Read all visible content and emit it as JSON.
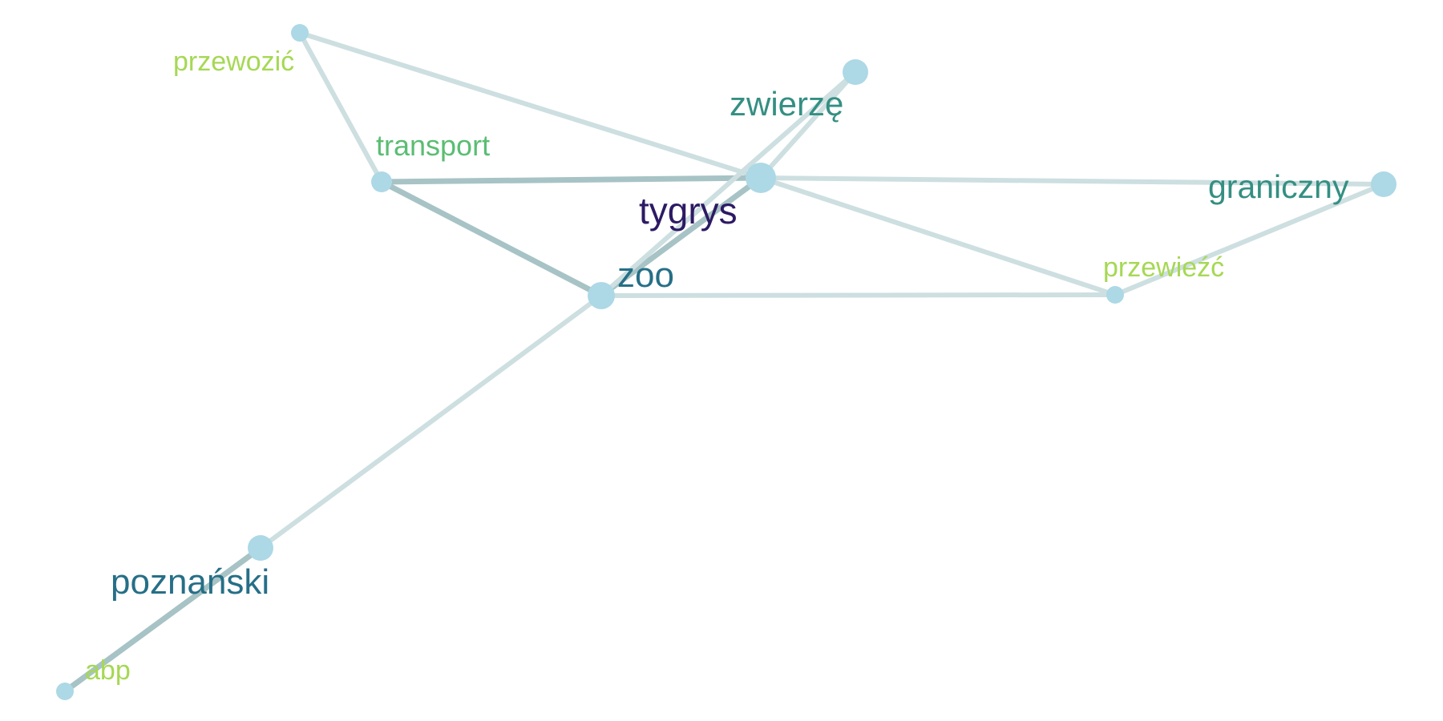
{
  "graph": {
    "nodes": [
      {
        "id": "tygrys",
        "label": "tygrys",
        "color": "#2d1a64",
        "weight": 5
      },
      {
        "id": "zwierze",
        "label": "zwierzę",
        "color": "#348f82",
        "weight": 3
      },
      {
        "id": "transport",
        "label": "transport",
        "color": "#5bbd73",
        "weight": 2
      },
      {
        "id": "zoo",
        "label": "zoo",
        "color": "#266f87",
        "weight": 4
      },
      {
        "id": "graniczny",
        "label": "graniczny",
        "color": "#348f82",
        "weight": 3
      },
      {
        "id": "przewiezc",
        "label": "przewieźć",
        "color": "#a6d854",
        "weight": 1
      },
      {
        "id": "przewozic",
        "label": "przewozić",
        "color": "#a6d854",
        "weight": 1
      },
      {
        "id": "poznanski",
        "label": "poznański",
        "color": "#266f87",
        "weight": 3
      },
      {
        "id": "abp",
        "label": "abp",
        "color": "#a6d854",
        "weight": 1
      }
    ],
    "edges": [
      {
        "source": "przewozic",
        "target": "transport",
        "strength": 1
      },
      {
        "source": "przewozic",
        "target": "tygrys",
        "strength": 1
      },
      {
        "source": "transport",
        "target": "tygrys",
        "strength": 3
      },
      {
        "source": "transport",
        "target": "zoo",
        "strength": 3
      },
      {
        "source": "tygrys",
        "target": "zoo",
        "strength": 3
      },
      {
        "source": "tygrys",
        "target": "zwierze",
        "strength": 1
      },
      {
        "source": "zoo",
        "target": "zwierze",
        "strength": 1
      },
      {
        "source": "tygrys",
        "target": "graniczny",
        "strength": 1
      },
      {
        "source": "tygrys",
        "target": "przewiezc",
        "strength": 1
      },
      {
        "source": "zoo",
        "target": "przewiezc",
        "strength": 1
      },
      {
        "source": "przewiezc",
        "target": "graniczny",
        "strength": 1
      },
      {
        "source": "zoo",
        "target": "poznanski",
        "strength": 1
      },
      {
        "source": "poznanski",
        "target": "abp",
        "strength": 3
      }
    ]
  }
}
